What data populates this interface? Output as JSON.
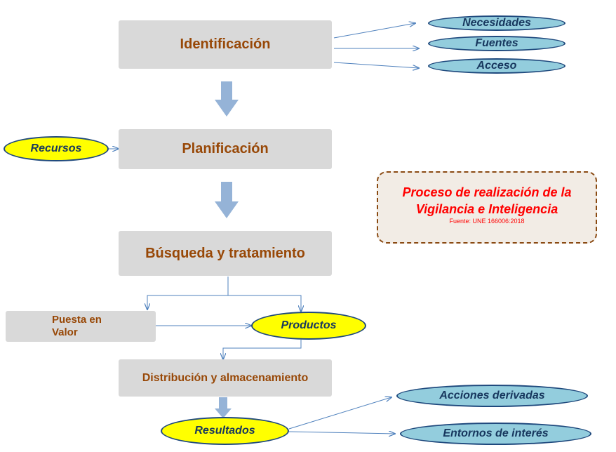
{
  "steps": {
    "identificacion": "Identificación",
    "planificacion": "Planificación",
    "busqueda": "Búsqueda y tratamiento",
    "puesta_line1": "Puesta en",
    "puesta_line2": "Valor",
    "distribucion": "Distribución y almacenamiento"
  },
  "ovals": {
    "necesidades": "Necesidades",
    "fuentes": "Fuentes",
    "acceso": "Acceso",
    "recursos": "Recursos",
    "productos": "Productos",
    "resultados": "Resultados",
    "acciones": "Acciones derivadas",
    "entornos": "Entornos de interés"
  },
  "note": {
    "title_line1": "Proceso de realización de la",
    "title_line2": "Vigilancia e Inteligencia",
    "source": "Fuente: UNE 166006:2018"
  },
  "colors": {
    "step_box": "#d9d9d9",
    "step_text": "#984807",
    "oval_blue": "#93cddd",
    "oval_yellow": "#ffff00",
    "oval_border": "#1f497d",
    "arrow": "#95b3d7",
    "connector": "#4f81bd",
    "note_border": "#8a4a12",
    "note_text": "#ff0000"
  }
}
